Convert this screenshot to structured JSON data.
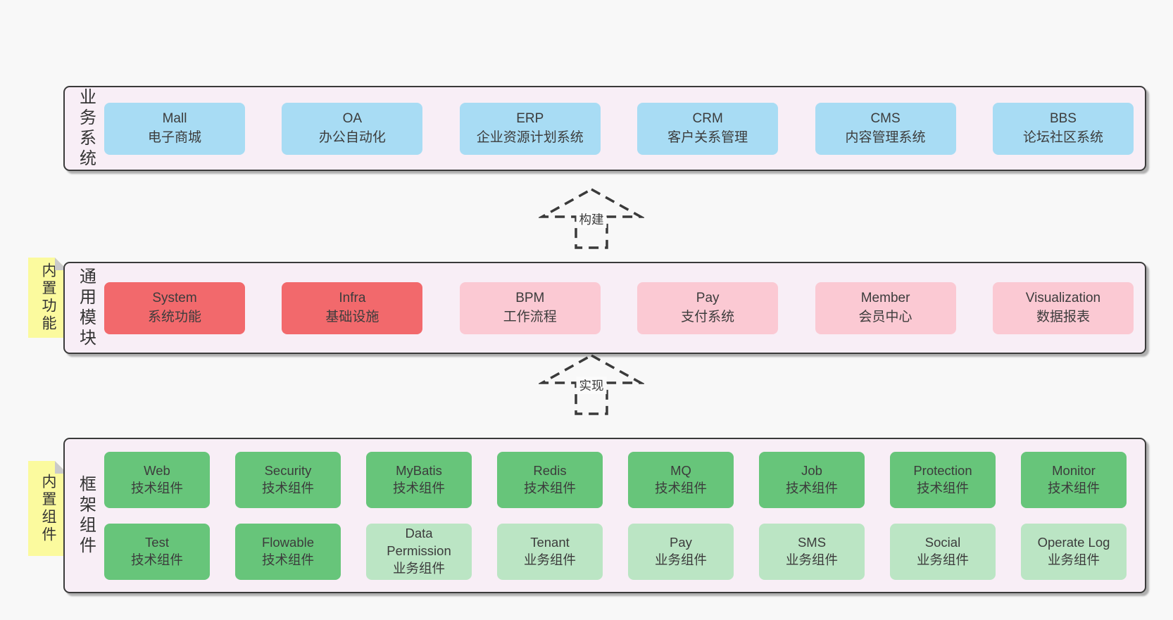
{
  "colors": {
    "page-bg": "#f8f8f8",
    "panel-bg": "#f8eef6",
    "panel-border": "#3a3a3a",
    "ink": "#3c3c3c",
    "blue": "#a8dcf4",
    "red": "#f2696c",
    "pink": "#fbc9d3",
    "green": "#67c57a",
    "lightgreen": "#bbe5c4",
    "yellow": "#fbfa9e",
    "fold": "#cacaca"
  },
  "arrows": {
    "build": "构建",
    "implement": "实现"
  },
  "layers": {
    "business": {
      "side_label": "业务系统",
      "boxes": [
        {
          "name": "Mall",
          "desc": "电子商城"
        },
        {
          "name": "OA",
          "desc": "办公自动化"
        },
        {
          "name": "ERP",
          "desc": "企业资源计划系统"
        },
        {
          "name": "CRM",
          "desc": "客户关系管理"
        },
        {
          "name": "CMS",
          "desc": "内容管理系统"
        },
        {
          "name": "BBS",
          "desc": "论坛社区系统"
        }
      ]
    },
    "modules": {
      "side_label": "通用模块",
      "sticky_label": "内置功能",
      "boxes": [
        {
          "name": "System",
          "desc": "系统功能"
        },
        {
          "name": "Infra",
          "desc": "基础设施"
        },
        {
          "name": "BPM",
          "desc": "工作流程"
        },
        {
          "name": "Pay",
          "desc": "支付系统"
        },
        {
          "name": "Member",
          "desc": "会员中心"
        },
        {
          "name": "Visualization",
          "desc": "数据报表"
        }
      ]
    },
    "components": {
      "side_label": "框架组件",
      "sticky_label": "内置组件",
      "row1": [
        {
          "name": "Web",
          "desc": "技术组件"
        },
        {
          "name": "Security",
          "desc": "技术组件"
        },
        {
          "name": "MyBatis",
          "desc": "技术组件"
        },
        {
          "name": "Redis",
          "desc": "技术组件"
        },
        {
          "name": "MQ",
          "desc": "技术组件"
        },
        {
          "name": "Job",
          "desc": "技术组件"
        },
        {
          "name": "Protection",
          "desc": "技术组件"
        },
        {
          "name": "Monitor",
          "desc": "技术组件"
        }
      ],
      "row2": [
        {
          "name": "Test",
          "desc": "技术组件"
        },
        {
          "name": "Flowable",
          "desc": "技术组件"
        },
        {
          "name": "Data Permission",
          "desc": "业务组件"
        },
        {
          "name": "Tenant",
          "desc": "业务组件"
        },
        {
          "name": "Pay",
          "desc": "业务组件"
        },
        {
          "name": "SMS",
          "desc": "业务组件"
        },
        {
          "name": "Social",
          "desc": "业务组件"
        },
        {
          "name": "Operate Log",
          "desc": "业务组件"
        }
      ]
    }
  }
}
